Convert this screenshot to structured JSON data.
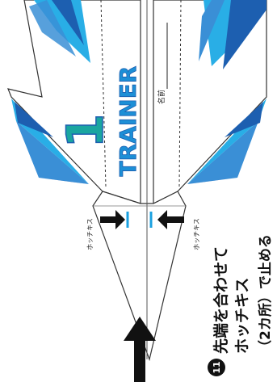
{
  "plane": {
    "number": "1",
    "brand": "TRAINER",
    "name_label": "名前",
    "staple_label_left": "ホッチキス",
    "staple_label_right": "ホッチキス"
  },
  "instruction": {
    "step_number": "11",
    "line1": "先端を合わせて",
    "line2": "ホッチキス",
    "line3": "（2カ所）で止める"
  },
  "colors": {
    "dark_blue": "#1d5fb0",
    "mid_blue": "#3a8fd6",
    "light_blue": "#29aee6",
    "teal": "#1aa6a0",
    "outline": "#333333"
  }
}
